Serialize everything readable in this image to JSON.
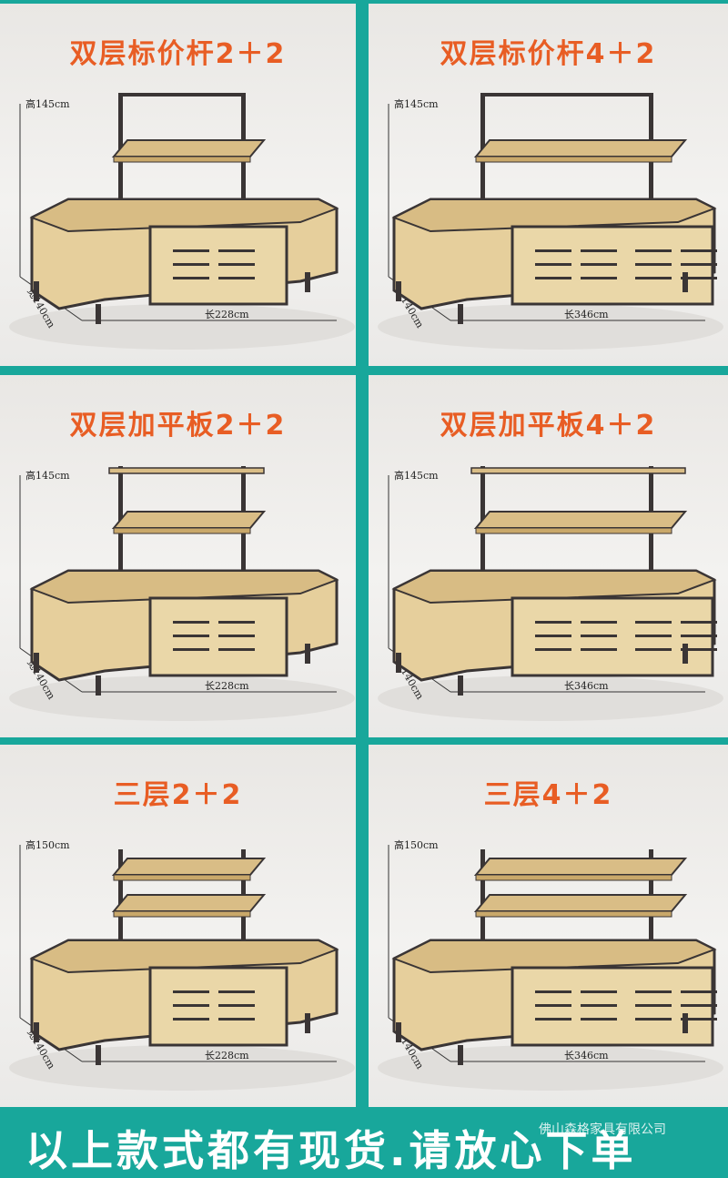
{
  "panels": [
    {
      "title": "双层标价杆2＋2",
      "height": "高145cm",
      "width": "宽140cm",
      "length": "长228cm",
      "variant": "small",
      "tiers": "2",
      "top": "rail"
    },
    {
      "title": "双层标价杆4＋2",
      "height": "高145cm",
      "width": "宽140cm",
      "length": "长346cm",
      "variant": "large",
      "tiers": "2",
      "top": "rail"
    },
    {
      "title": "双层加平板2＋2",
      "height": "高145cm",
      "width": "宽140cm",
      "length": "长228cm",
      "variant": "small",
      "tiers": "2",
      "top": "board"
    },
    {
      "title": "双层加平板4＋2",
      "height": "高145cm",
      "width": "宽140cm",
      "length": "长346cm",
      "variant": "large",
      "tiers": "2",
      "top": "board"
    },
    {
      "title": "三层2＋2",
      "height": "高150cm",
      "width": "宽140cm",
      "length": "长228cm",
      "variant": "small",
      "tiers": "3",
      "top": "none"
    },
    {
      "title": "三层4＋2",
      "height": "高150cm",
      "width": "宽140cm",
      "length": "长346cm",
      "variant": "large",
      "tiers": "3",
      "top": "none"
    }
  ],
  "footer": {
    "slogan": "以上款式都有现货.请放心下单",
    "watermark": "佛山森格家具有限公司"
  },
  "colors": {
    "background": "#18a79b",
    "title": "#e85d24",
    "wood": "#e6cf9c",
    "frame": "#3a3535"
  }
}
